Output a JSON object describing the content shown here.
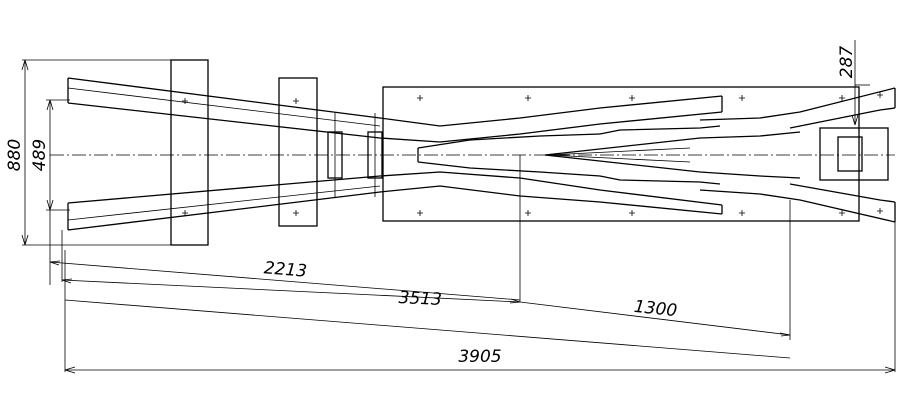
{
  "dimensions": {
    "total_length": "3905",
    "length_2213": "2213",
    "length_3513": "3513",
    "length_1300": "1300",
    "width_880": "880",
    "width_489": "489",
    "width_287": "287"
  }
}
